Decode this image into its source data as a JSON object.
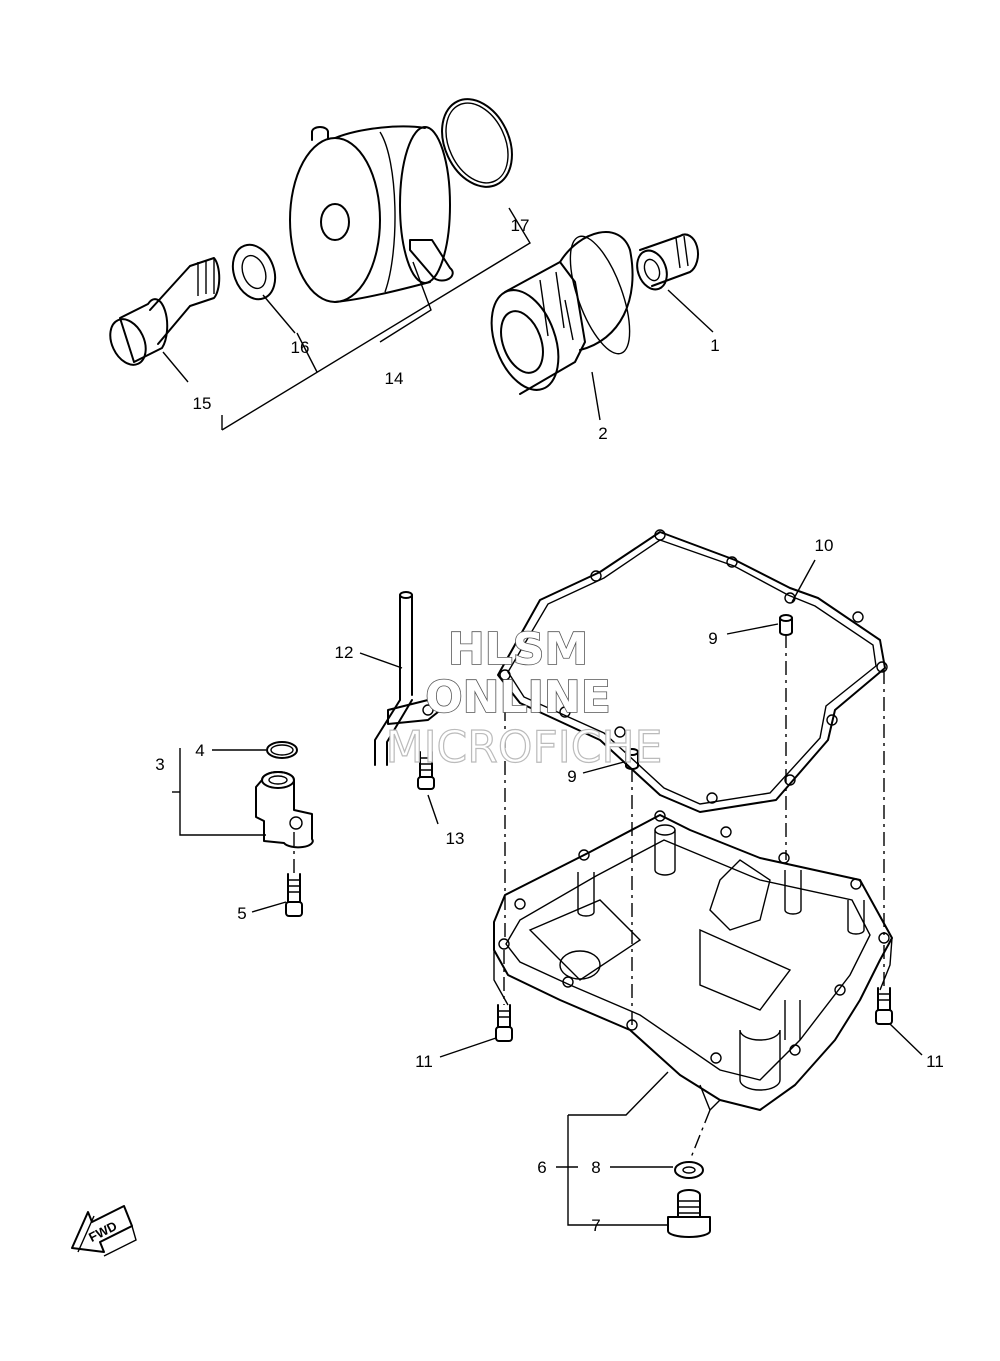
{
  "callouts": {
    "c1": "1",
    "c2": "2",
    "c3": "3",
    "c4": "4",
    "c5": "5",
    "c6": "6",
    "c7": "7",
    "c8": "8",
    "c9a": "9",
    "c9b": "9",
    "c10": "10",
    "c11a": "11",
    "c11b": "11",
    "c12": "12",
    "c13": "13",
    "c14": "14",
    "c15": "15",
    "c16": "16",
    "c17": "17"
  },
  "watermark": {
    "line1": "HLSM",
    "line2": "ONLINE",
    "line3": "MICROFICHE"
  },
  "direction_arrow": {
    "label": "FWD"
  }
}
